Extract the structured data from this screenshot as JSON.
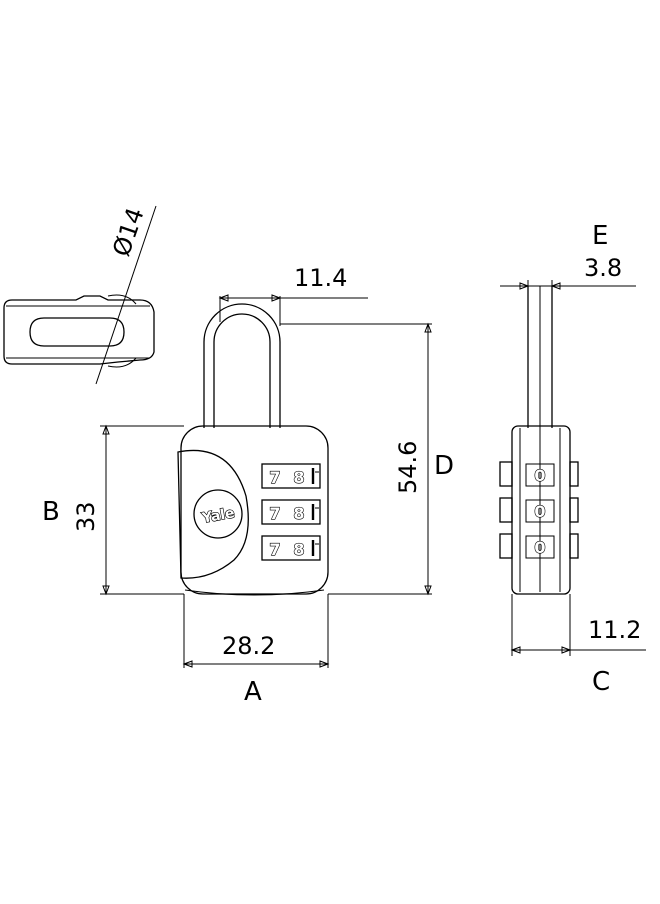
{
  "diagram": {
    "labels": {
      "diameter": "Ø14",
      "shackle_width": "11.4",
      "height_total": "54.6",
      "letter_d": "D",
      "letter_b": "B",
      "body_height": "33",
      "body_width": "28.2",
      "letter_a": "A",
      "letter_e": "E",
      "shackle_thickness": "3.8",
      "body_depth": "11.2",
      "letter_c": "C"
    },
    "brand": "Yale",
    "dials": [
      {
        "digits": [
          "7",
          "8"
        ]
      },
      {
        "digits": [
          "7",
          "8"
        ]
      },
      {
        "digits": [
          "7",
          "8"
        ]
      }
    ],
    "side_dials": [
      {
        "digits": [
          "0"
        ]
      },
      {
        "digits": [
          "0"
        ]
      },
      {
        "digits": [
          "0"
        ]
      }
    ]
  }
}
